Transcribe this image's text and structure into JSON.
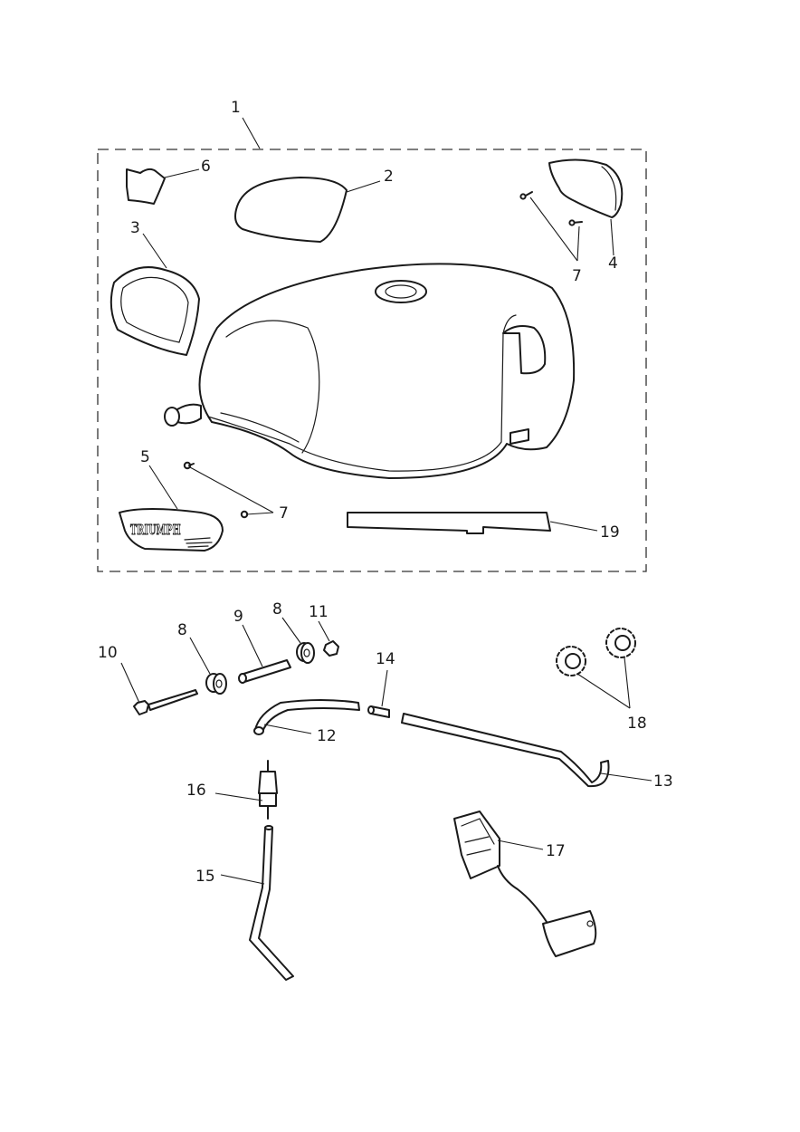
{
  "diagram": {
    "callouts": {
      "c1": "1",
      "c2": "2",
      "c3": "3",
      "c4": "4",
      "c5": "5",
      "c6": "6",
      "c7a": "7",
      "c7b": "7",
      "c8a": "8",
      "c8b": "8",
      "c9": "9",
      "c10": "10",
      "c11": "11",
      "c12": "12",
      "c13": "13",
      "c14": "14",
      "c15": "15",
      "c16": "16",
      "c17": "17",
      "c18": "18",
      "c19": "19"
    },
    "badge_text": "TRIUMPH"
  }
}
